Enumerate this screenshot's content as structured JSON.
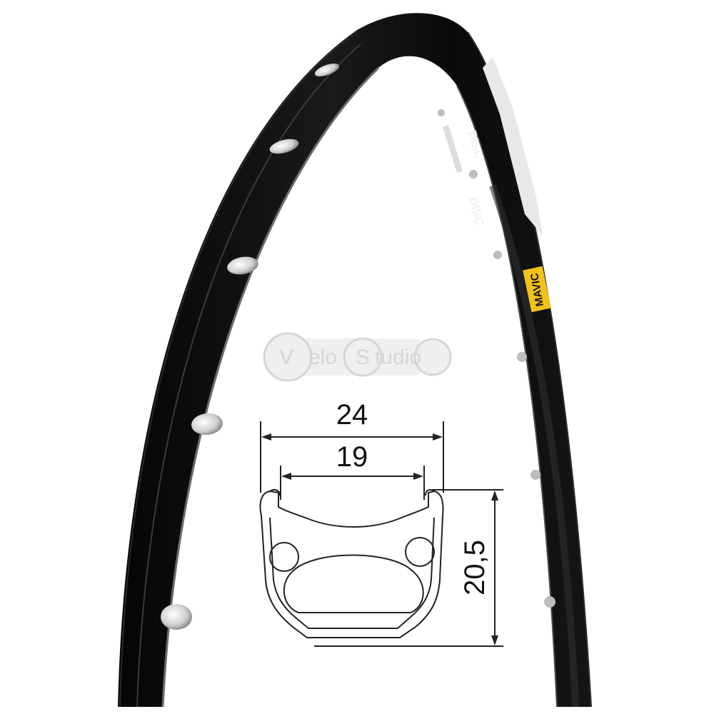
{
  "watermark": {
    "part1_initial": "V",
    "part1_rest": "elo",
    "part2_initial": "S",
    "part2_rest": "tudio"
  },
  "rim": {
    "decal_disc_1": "DISC",
    "decal_disc_2": "DISC",
    "brand": "MAVIC"
  },
  "dimensions": {
    "outer_width": "24",
    "inner_width": "19",
    "height": "20,5"
  },
  "colors": {
    "rim": "#0d0d0d",
    "rim_highlight": "#5a5a5a",
    "brand_label": "#f2c21b",
    "dimension_lines": "#222222",
    "watermark": "#d2d2d2"
  }
}
